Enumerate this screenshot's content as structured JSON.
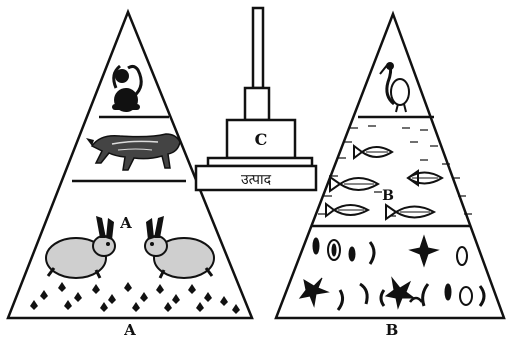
{
  "labels": {
    "pyramid_a_caption": "A",
    "pyramid_a_inner": "A",
    "pyramid_b_caption": "B",
    "pyramid_b_inner": "B",
    "tower_c": "C",
    "tower_base": "उत्पाद"
  },
  "colors": {
    "ink": "#111111",
    "paper": "#ffffff",
    "fur": "#c9c9c9"
  }
}
